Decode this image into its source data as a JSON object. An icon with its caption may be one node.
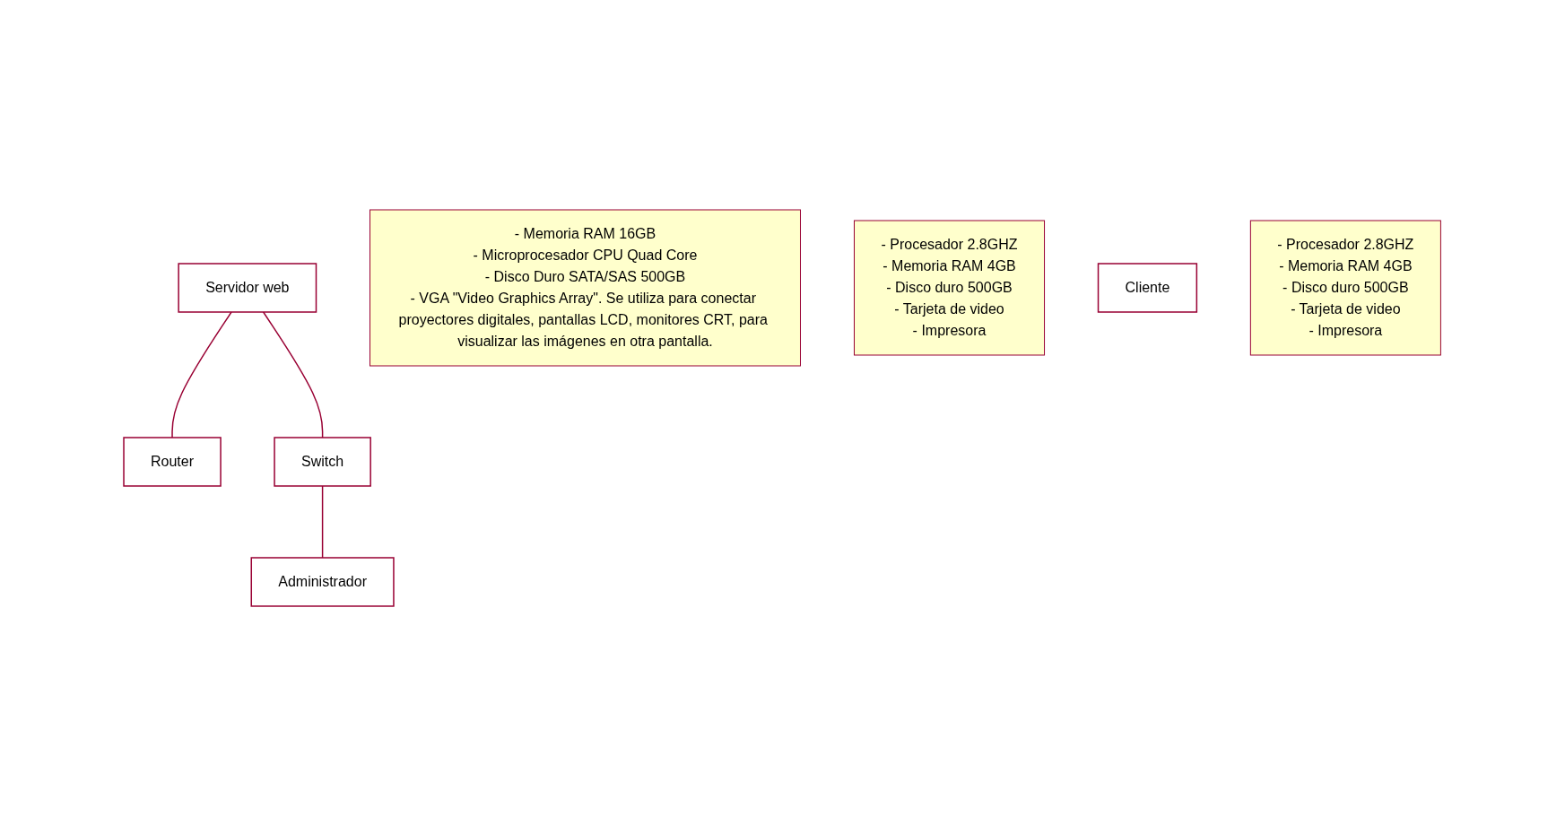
{
  "diagram": {
    "nodes": [
      {
        "text": [
          "Servidor web"
        ]
      },
      {
        "text": [
          "- Memoria RAM 16GB",
          "- Microprocesador CPU Quad Core",
          "- Disco Duro SATA/SAS 500GB",
          "- VGA \"Video Graphics Array\". Se utiliza para conectar proyectores digitales, pantallas LCD, monitores CRT, para visualizar las imágenes en otra pantalla."
        ]
      },
      {
        "text": [
          "- Procesador 2.8GHZ",
          "- Memoria RAM 4GB",
          "- Disco duro 500GB",
          "- Tarjeta de video",
          "- Impresora"
        ]
      },
      {
        "text": [
          "Router"
        ]
      },
      {
        "text": [
          "Switch"
        ]
      },
      {
        "text": [
          "Cliente"
        ]
      },
      {
        "text": [
          "Administrador"
        ]
      },
      {
        "text": [
          "- Procesador 2.8GHZ",
          "- Memoria RAM 4GB",
          "- Disco duro 500GB",
          "- Tarjeta de video",
          "- Impresora"
        ]
      }
    ],
    "edges": [
      {
        "from": 0,
        "to": 3,
        "arrow": "none"
      },
      {
        "from": 0,
        "to": 4,
        "arrow": "none"
      },
      {
        "from": 4,
        "to": 6,
        "arrow": "none"
      }
    ]
  }
}
